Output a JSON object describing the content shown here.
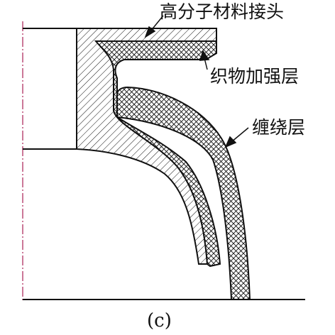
{
  "labels": {
    "joint": "高分子材料接头",
    "fabric_layer": "织物加强层",
    "winding_layer": "缠绕层"
  },
  "caption": "(c)",
  "colors": {
    "line": "#111111",
    "centerline": "#b03060",
    "background": "#ffffff"
  }
}
